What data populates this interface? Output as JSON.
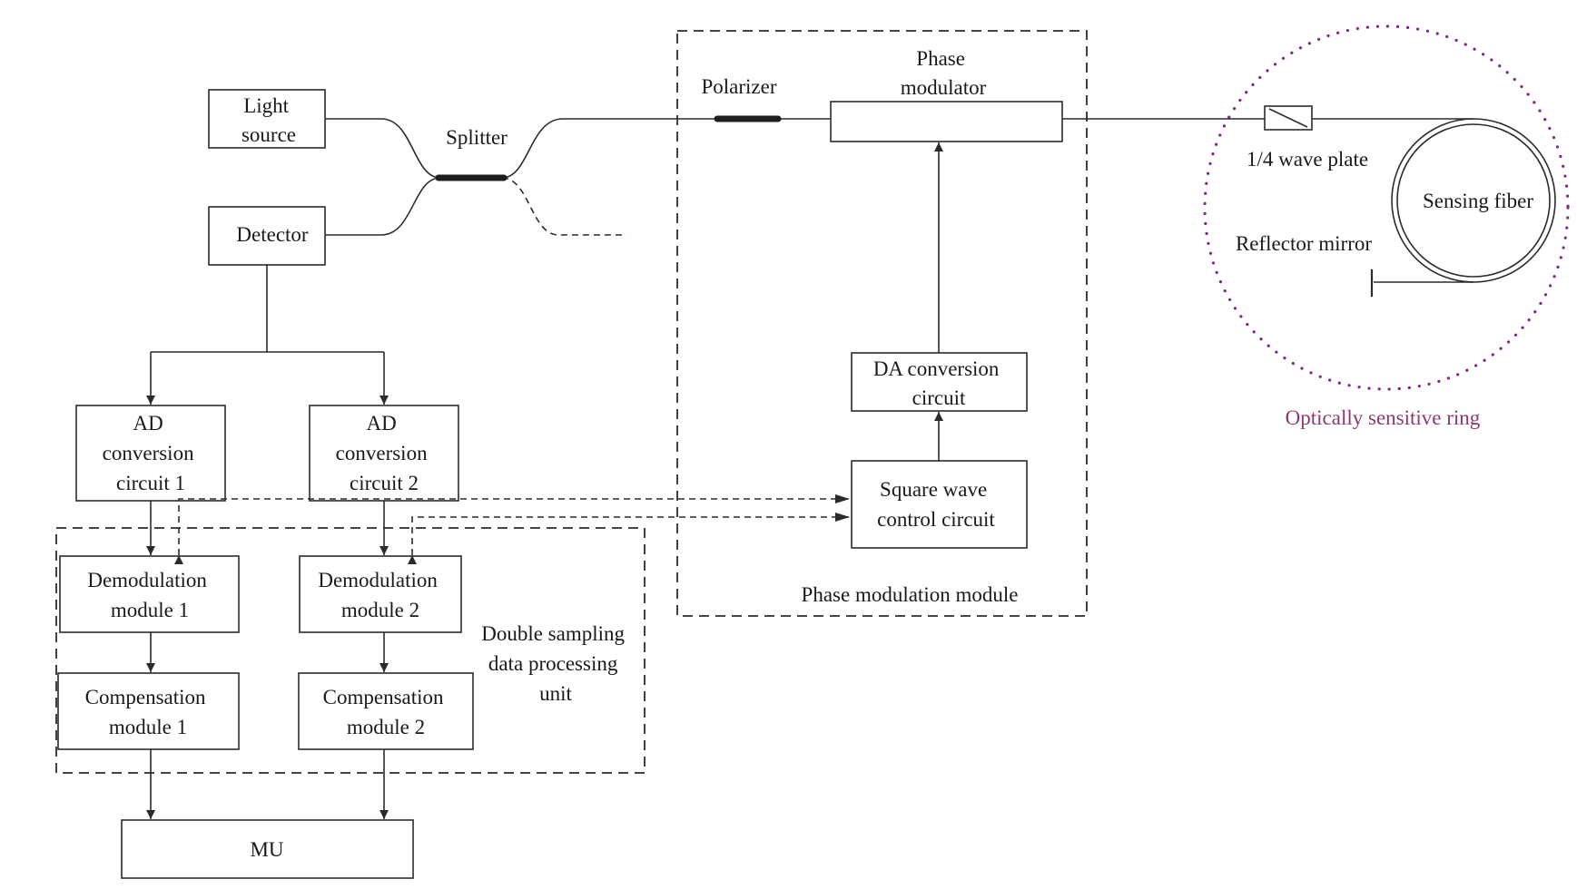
{
  "colors": {
    "line": "#2b2b2b",
    "text": "#1a1a1a",
    "ring": "#7b2a82",
    "ring_label": "#8a3a6e"
  },
  "light_source": [
    "Light",
    "source"
  ],
  "detector": "Detector",
  "splitter": "Splitter",
  "polarizer": "Polarizer",
  "phase_modulator": [
    "Phase",
    "modulator"
  ],
  "wave_plate": "1/4 wave plate",
  "sensing_fiber": "Sensing fiber",
  "reflector_mirror": "Reflector mirror",
  "optical_ring": "Optically sensitive ring",
  "ad1": [
    "AD",
    "conversion",
    "circuit 1"
  ],
  "ad2": [
    "AD",
    "conversion",
    "circuit 2"
  ],
  "demod1": [
    "Demodulation",
    "module 1"
  ],
  "demod2": [
    "Demodulation",
    "module 2"
  ],
  "comp1": [
    "Compensation",
    "module 1"
  ],
  "comp2": [
    "Compensation",
    "module 2"
  ],
  "double_sampling": [
    "Double sampling",
    "data processing",
    "unit"
  ],
  "mu": "MU",
  "da": [
    "DA conversion",
    "circuit"
  ],
  "square_wave": [
    "Square wave",
    "control circuit"
  ],
  "phase_module": "Phase modulation module"
}
